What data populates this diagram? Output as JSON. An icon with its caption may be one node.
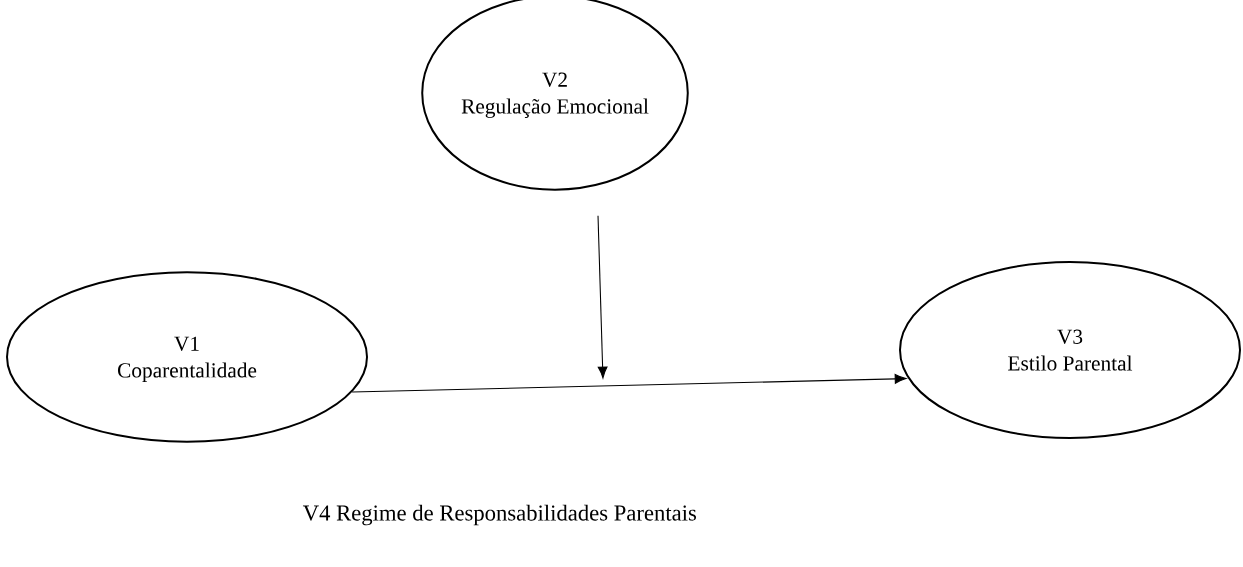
{
  "diagram": {
    "nodes": [
      {
        "text": [
          "V1",
          "Coparentalidade"
        ]
      },
      {
        "text": [
          "V2",
          "Regulação Emocional"
        ]
      },
      {
        "text": [
          "V3",
          "Estilo Parental"
        ]
      }
    ],
    "edges": [
      {
        "from": 0,
        "to": 2,
        "arrow": "to"
      },
      {
        "from": 1,
        "to": null,
        "arrow": "to"
      }
    ],
    "labels": [
      "V4 Regime de Responsabilidades Parentais"
    ]
  }
}
